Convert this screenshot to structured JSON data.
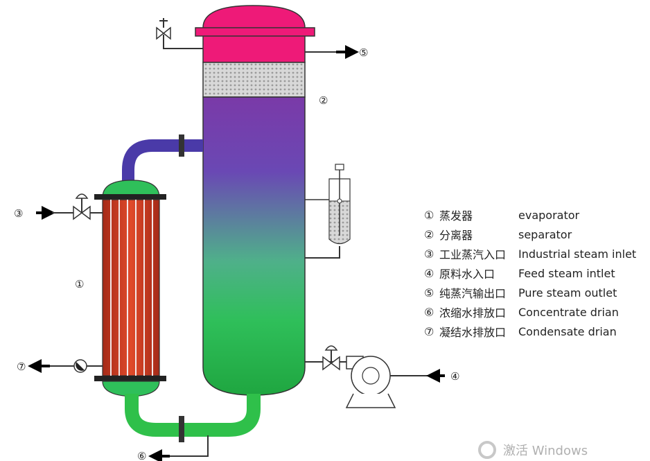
{
  "labels": {
    "n1": "①",
    "n2": "②",
    "n3": "③",
    "n4": "④",
    "n5": "⑤",
    "n6": "⑥",
    "n7": "⑦"
  },
  "legend": [
    {
      "num": "①",
      "cn": "蒸发器",
      "en": "evaporator"
    },
    {
      "num": "②",
      "cn": "分离器",
      "en": "separator"
    },
    {
      "num": "③",
      "cn": "工业蒸汽入口",
      "en": "Industrial steam inlet"
    },
    {
      "num": "④",
      "cn": "原料水入口",
      "en": "Feed steam intlet"
    },
    {
      "num": "⑤",
      "cn": "纯蒸汽输出口",
      "en": "Pure steam outlet"
    },
    {
      "num": "⑥",
      "cn": "浓缩水排放口",
      "en": "Concentrate drian"
    },
    {
      "num": "⑦",
      "cn": "凝结水排放口",
      "en": "Condensate drian"
    }
  ],
  "watermark": {
    "text": "激活 Windows"
  },
  "colors": {
    "separator_top": "#ee1a78",
    "separator_mid": "#7e3fb0",
    "separator_bottom": "#22b24c",
    "evaporator_tube": "#c93a22",
    "pipe_blue": "#4a3aa8",
    "pipe_green": "#2fc04a"
  }
}
